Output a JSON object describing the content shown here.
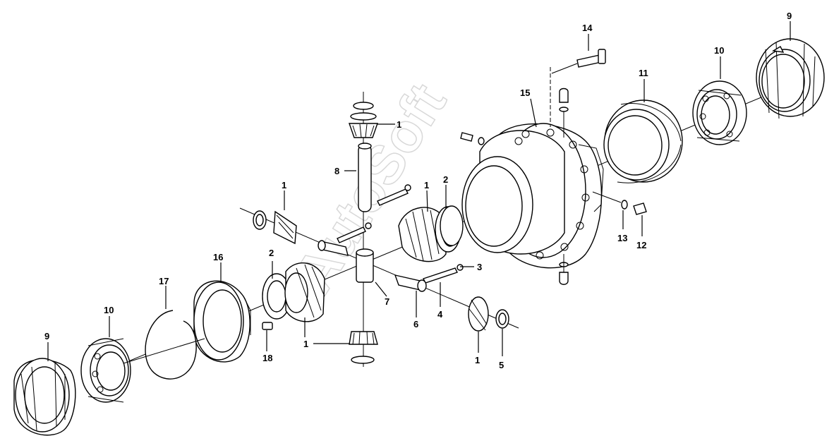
{
  "diagram": {
    "watermark": "AutoSoft",
    "callouts": {
      "c1_top": "1",
      "c1_left": "1",
      "c1_mid": "1",
      "c1_bottom_left": "1",
      "c1_bottom_right": "1",
      "c2_left": "2",
      "c2_mid": "2",
      "c3": "3",
      "c4": "4",
      "c5": "5",
      "c6": "6",
      "c7": "7",
      "c8": "8",
      "c9_left": "9",
      "c9_right": "9",
      "c10_left": "10",
      "c10_right": "10",
      "c11": "11",
      "c12": "12",
      "c13": "13",
      "c14": "14",
      "c15": "15",
      "c16": "16",
      "c17": "17",
      "c18": "18"
    }
  }
}
